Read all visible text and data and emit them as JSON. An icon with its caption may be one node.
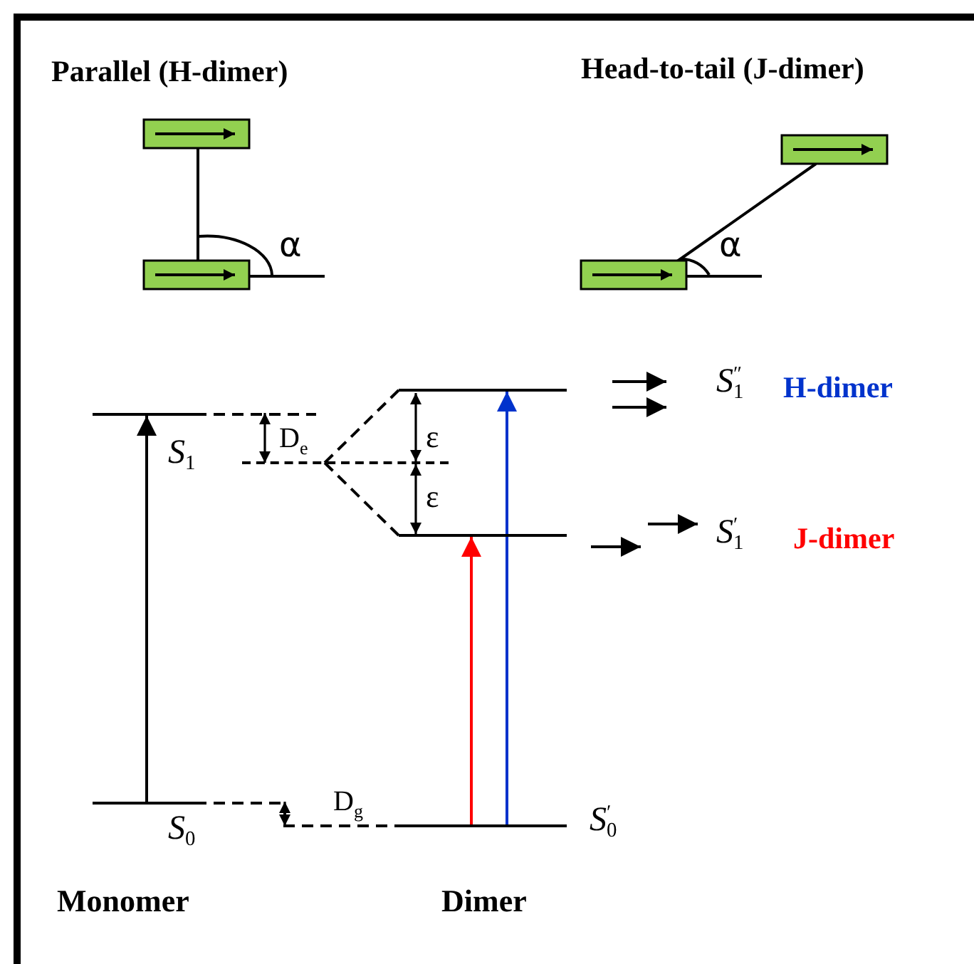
{
  "diagram": {
    "nodes": [
      {
        "text": [
          "*S*$_{1}$"
        ]
      },
      {
        "text": [
          "*S*$_{0}$"
        ]
      },
      {
        "text": [],
        "shape": "bar"
      },
      {
        "text": [
          "*S*$^{″}$$_{1}$",
          "H-dimer"
        ]
      },
      {
        "text": [
          "*S*$^{′}$$_{1}$",
          "J-dimer"
        ]
      },
      {
        "text": [
          "*S*$^{′}$$_{0}$"
        ]
      }
    ],
    "edges": [
      {
        "from": 1,
        "to": 0,
        "arrow": "to"
      },
      {
        "from": 0,
        "to": 2,
        "arrow": "none",
        "style": "dashed"
      },
      {
        "from": 1,
        "to": 5,
        "arrow": "none",
        "style": "dashed"
      },
      {
        "from": 2,
        "to": 3,
        "arrow": "none",
        "style": "dashed"
      },
      {
        "from": 2,
        "to": 4,
        "arrow": "none",
        "style": "dashed"
      },
      {
        "from": 5,
        "to": 4,
        "arrow": "to",
        "color": "#ff0000"
      },
      {
        "from": 5,
        "to": 3,
        "arrow": "to",
        "color": "#0033cc"
      }
    ],
    "labels": [
      "Parallel (H-dimer)",
      "Head-to-tail (J-dimer)",
      "α",
      "α",
      "D$_{e}$",
      "ε",
      "ε",
      "D$_{g}$",
      "Monomer",
      "Dimer"
    ]
  }
}
